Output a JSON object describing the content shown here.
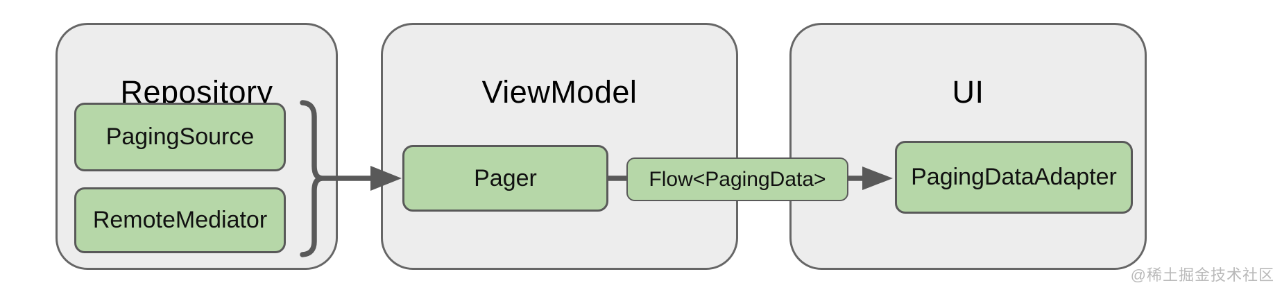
{
  "diagram": {
    "groups": [
      {
        "id": "repository",
        "title": "Repository",
        "nodes": [
          {
            "label": "PagingSource"
          },
          {
            "label": "RemoteMediator"
          }
        ]
      },
      {
        "id": "viewmodel",
        "title": "ViewModel",
        "nodes": [
          {
            "label": "Pager"
          }
        ]
      },
      {
        "id": "ui",
        "title": "UI",
        "nodes": [
          {
            "label": "PagingDataAdapter"
          }
        ]
      }
    ],
    "connector_node": {
      "label": "Flow<PagingData>"
    },
    "relations": [
      "PagingSource + RemoteMediator (braced) -> Pager",
      "Pager -> Flow<PagingData>",
      "Flow<PagingData> -> PagingDataAdapter"
    ],
    "colors": {
      "group_fill": "#ededed",
      "group_border": "#666666",
      "node_fill": "#b6d7a8",
      "node_border": "#595959",
      "arrow": "#595959",
      "title_text": "#000000",
      "label_text": "#111111"
    }
  },
  "watermark": {
    "text": "@稀土掘金技术社区"
  }
}
